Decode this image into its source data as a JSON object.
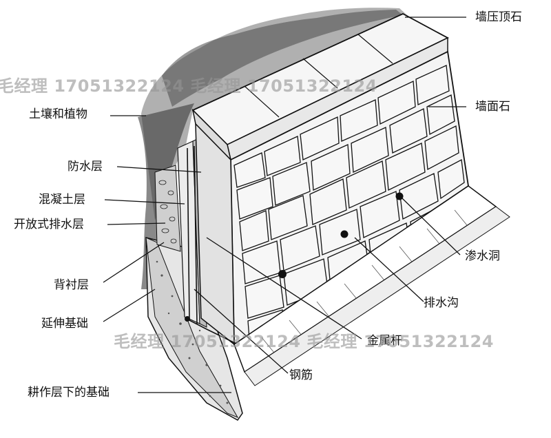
{
  "labels": {
    "top_right": [
      "墙压顶石",
      "墙面石"
    ],
    "left": [
      "土壤和植物",
      "防水层",
      "混凝土层",
      "开放式排水层",
      "背衬层",
      "延伸基础",
      "耕作层下的基础"
    ],
    "bottom_right": [
      "渗水洞",
      "排水沟",
      "金属杆",
      "钢筋"
    ]
  },
  "watermarks": [
    "毛经理 17051322124 毛经理 17051322124",
    "毛经理 17051322124 毛经理 17051322124"
  ],
  "colors": {
    "ink": "#111111",
    "stone": "#f4f4f4",
    "soil": "#3a3a3a",
    "watermark": "#969696"
  }
}
